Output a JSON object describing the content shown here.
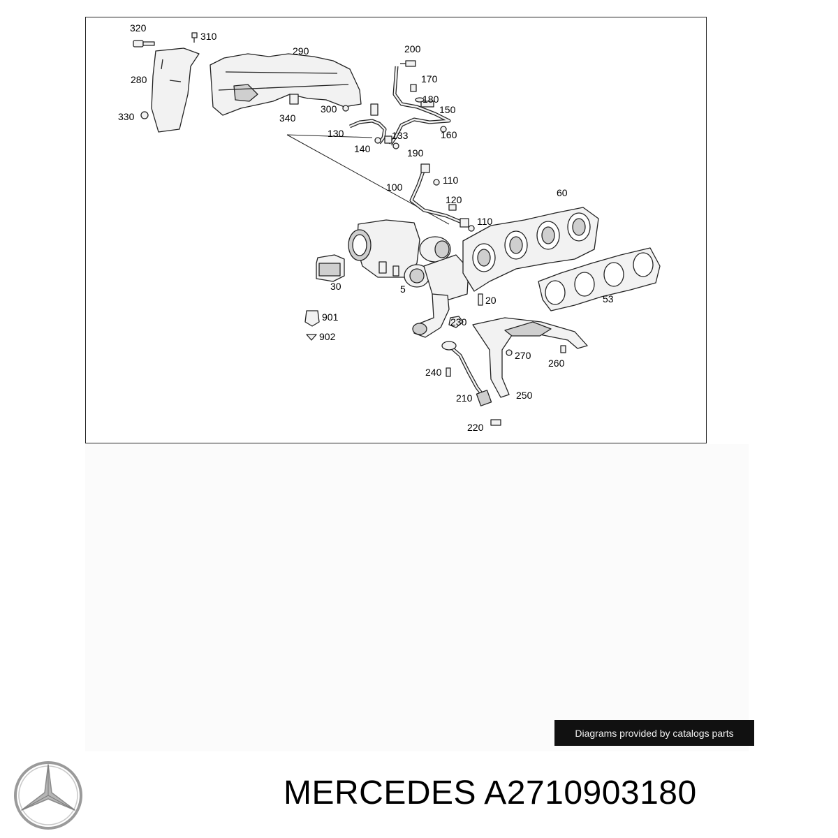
{
  "labels": [
    {
      "id": "320",
      "text": "320"
    },
    {
      "id": "310",
      "text": "310"
    },
    {
      "id": "290",
      "text": "290"
    },
    {
      "id": "200",
      "text": "200"
    },
    {
      "id": "170",
      "text": "170"
    },
    {
      "id": "180",
      "text": "180"
    },
    {
      "id": "150",
      "text": "150"
    },
    {
      "id": "160",
      "text": "160"
    },
    {
      "id": "280",
      "text": "280"
    },
    {
      "id": "330",
      "text": "330"
    },
    {
      "id": "300",
      "text": "300"
    },
    {
      "id": "340",
      "text": "340"
    },
    {
      "id": "130",
      "text": "130"
    },
    {
      "id": "133",
      "text": "133"
    },
    {
      "id": "140",
      "text": "140"
    },
    {
      "id": "190",
      "text": "190"
    },
    {
      "id": "110a",
      "text": "110"
    },
    {
      "id": "100",
      "text": "100"
    },
    {
      "id": "120",
      "text": "120"
    },
    {
      "id": "110b",
      "text": "110"
    },
    {
      "id": "60",
      "text": "60"
    },
    {
      "id": "30",
      "text": "30"
    },
    {
      "id": "5",
      "text": "5"
    },
    {
      "id": "20",
      "text": "20"
    },
    {
      "id": "53",
      "text": "53"
    },
    {
      "id": "901",
      "text": "901"
    },
    {
      "id": "902",
      "text": "902"
    },
    {
      "id": "230",
      "text": "230"
    },
    {
      "id": "270",
      "text": "270"
    },
    {
      "id": "260",
      "text": "260"
    },
    {
      "id": "240",
      "text": "240"
    },
    {
      "id": "210",
      "text": "210"
    },
    {
      "id": "250",
      "text": "250"
    },
    {
      "id": "220",
      "text": "220"
    }
  ],
  "credit": "Diagrams provided by catalogs parts",
  "caption": "MERCEDES A2710903180",
  "colors": {
    "line": "#222222",
    "part_fill": "#f2f2f2",
    "shade": "#cfcfcf",
    "credit_bg": "#111111",
    "logo": "#9a9a9a"
  },
  "logo_icon": "mercedes-star-icon"
}
